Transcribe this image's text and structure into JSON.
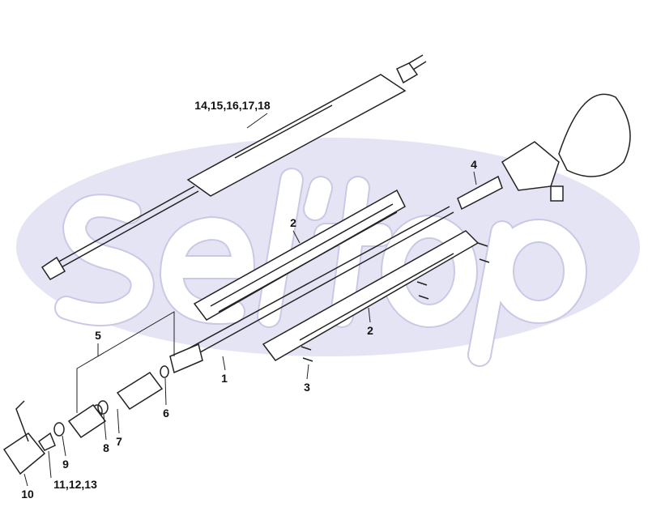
{
  "watermark": "sel'top",
  "colors": {
    "background": "#ffffff",
    "watermark_bg": "#e4e4f4",
    "line": "#222222"
  },
  "callouts": {
    "p14_18": "14,15,16,17,18",
    "p2_upper": "2",
    "p4": "4",
    "p2_lower": "2",
    "p1": "1",
    "p3": "3",
    "p5": "5",
    "p6": "6",
    "p7": "7",
    "p8": "8",
    "p9": "9",
    "p10": "10",
    "p11_13": "11,12,13"
  }
}
